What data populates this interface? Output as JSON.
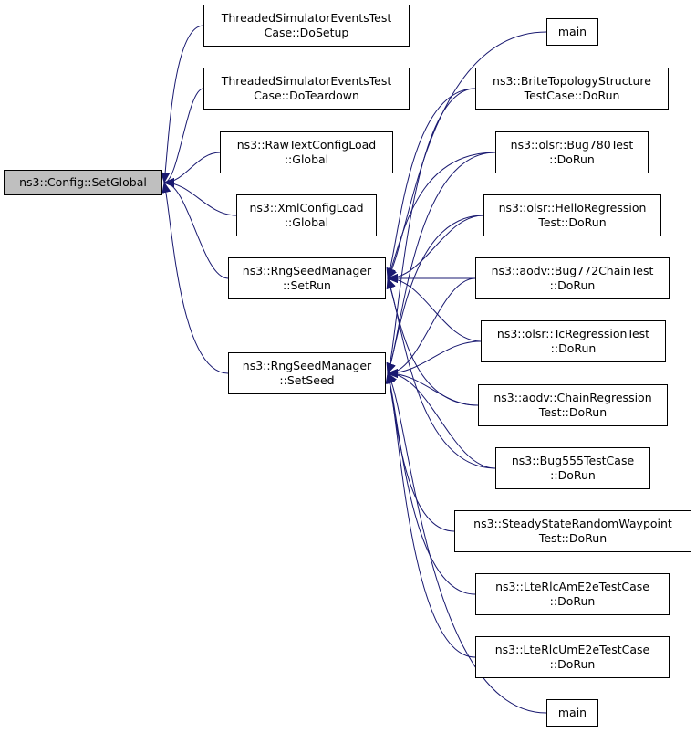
{
  "diagram": {
    "colors": {
      "edge": "#191970",
      "root_fill": "#bfbfbf",
      "node_fill": "#ffffff",
      "node_border": "#000000"
    },
    "nodes": [
      {
        "id": "setglobal",
        "lines": [
          "ns3::Config::SetGlobal"
        ],
        "highlighted": true
      },
      {
        "id": "tse_setup",
        "lines": [
          "ThreadedSimulatorEventsTest",
          "Case::DoSetup"
        ]
      },
      {
        "id": "tse_teardown",
        "lines": [
          "ThreadedSimulatorEventsTest",
          "Case::DoTeardown"
        ]
      },
      {
        "id": "rawtext",
        "lines": [
          "ns3::RawTextConfigLoad",
          "::Global"
        ]
      },
      {
        "id": "xmlconfig",
        "lines": [
          "ns3::XmlConfigLoad",
          "::Global"
        ]
      },
      {
        "id": "setrun",
        "lines": [
          "ns3::RngSeedManager",
          "::SetRun"
        ]
      },
      {
        "id": "setseed",
        "lines": [
          "ns3::RngSeedManager",
          "::SetSeed"
        ]
      },
      {
        "id": "main1",
        "lines": [
          "main"
        ]
      },
      {
        "id": "brite",
        "lines": [
          "ns3::BriteTopologyStructure",
          "TestCase::DoRun"
        ]
      },
      {
        "id": "bug780",
        "lines": [
          "ns3::olsr::Bug780Test",
          "::DoRun"
        ]
      },
      {
        "id": "hello",
        "lines": [
          "ns3::olsr::HelloRegression",
          "Test::DoRun"
        ]
      },
      {
        "id": "bug772",
        "lines": [
          "ns3::aodv::Bug772ChainTest",
          "::DoRun"
        ]
      },
      {
        "id": "tcreg",
        "lines": [
          "ns3::olsr::TcRegressionTest",
          "::DoRun"
        ]
      },
      {
        "id": "chainreg",
        "lines": [
          "ns3::aodv::ChainRegression",
          "Test::DoRun"
        ]
      },
      {
        "id": "bug555",
        "lines": [
          "ns3::Bug555TestCase",
          "::DoRun"
        ]
      },
      {
        "id": "steady",
        "lines": [
          "ns3::SteadyStateRandomWaypoint",
          "Test::DoRun"
        ]
      },
      {
        "id": "lteam",
        "lines": [
          "ns3::LteRlcAmE2eTestCase",
          "::DoRun"
        ]
      },
      {
        "id": "lteum",
        "lines": [
          "ns3::LteRlcUmE2eTestCase",
          "::DoRun"
        ]
      },
      {
        "id": "main2",
        "lines": [
          "main"
        ]
      }
    ],
    "edges": [
      {
        "from": "tse_setup",
        "to": "setglobal"
      },
      {
        "from": "tse_teardown",
        "to": "setglobal"
      },
      {
        "from": "rawtext",
        "to": "setglobal"
      },
      {
        "from": "xmlconfig",
        "to": "setglobal"
      },
      {
        "from": "setrun",
        "to": "setglobal"
      },
      {
        "from": "setseed",
        "to": "setglobal"
      },
      {
        "from": "main1",
        "to": "setrun"
      },
      {
        "from": "brite",
        "to": "setrun"
      },
      {
        "from": "bug780",
        "to": "setrun"
      },
      {
        "from": "hello",
        "to": "setrun"
      },
      {
        "from": "bug772",
        "to": "setrun"
      },
      {
        "from": "tcreg",
        "to": "setrun"
      },
      {
        "from": "chainreg",
        "to": "setrun"
      },
      {
        "from": "bug555",
        "to": "setrun"
      },
      {
        "from": "brite",
        "to": "setseed"
      },
      {
        "from": "bug780",
        "to": "setseed"
      },
      {
        "from": "hello",
        "to": "setseed"
      },
      {
        "from": "bug772",
        "to": "setseed"
      },
      {
        "from": "tcreg",
        "to": "setseed"
      },
      {
        "from": "chainreg",
        "to": "setseed"
      },
      {
        "from": "bug555",
        "to": "setseed"
      },
      {
        "from": "steady",
        "to": "setseed"
      },
      {
        "from": "lteam",
        "to": "setseed"
      },
      {
        "from": "lteum",
        "to": "setseed"
      },
      {
        "from": "main2",
        "to": "setseed"
      }
    ]
  }
}
